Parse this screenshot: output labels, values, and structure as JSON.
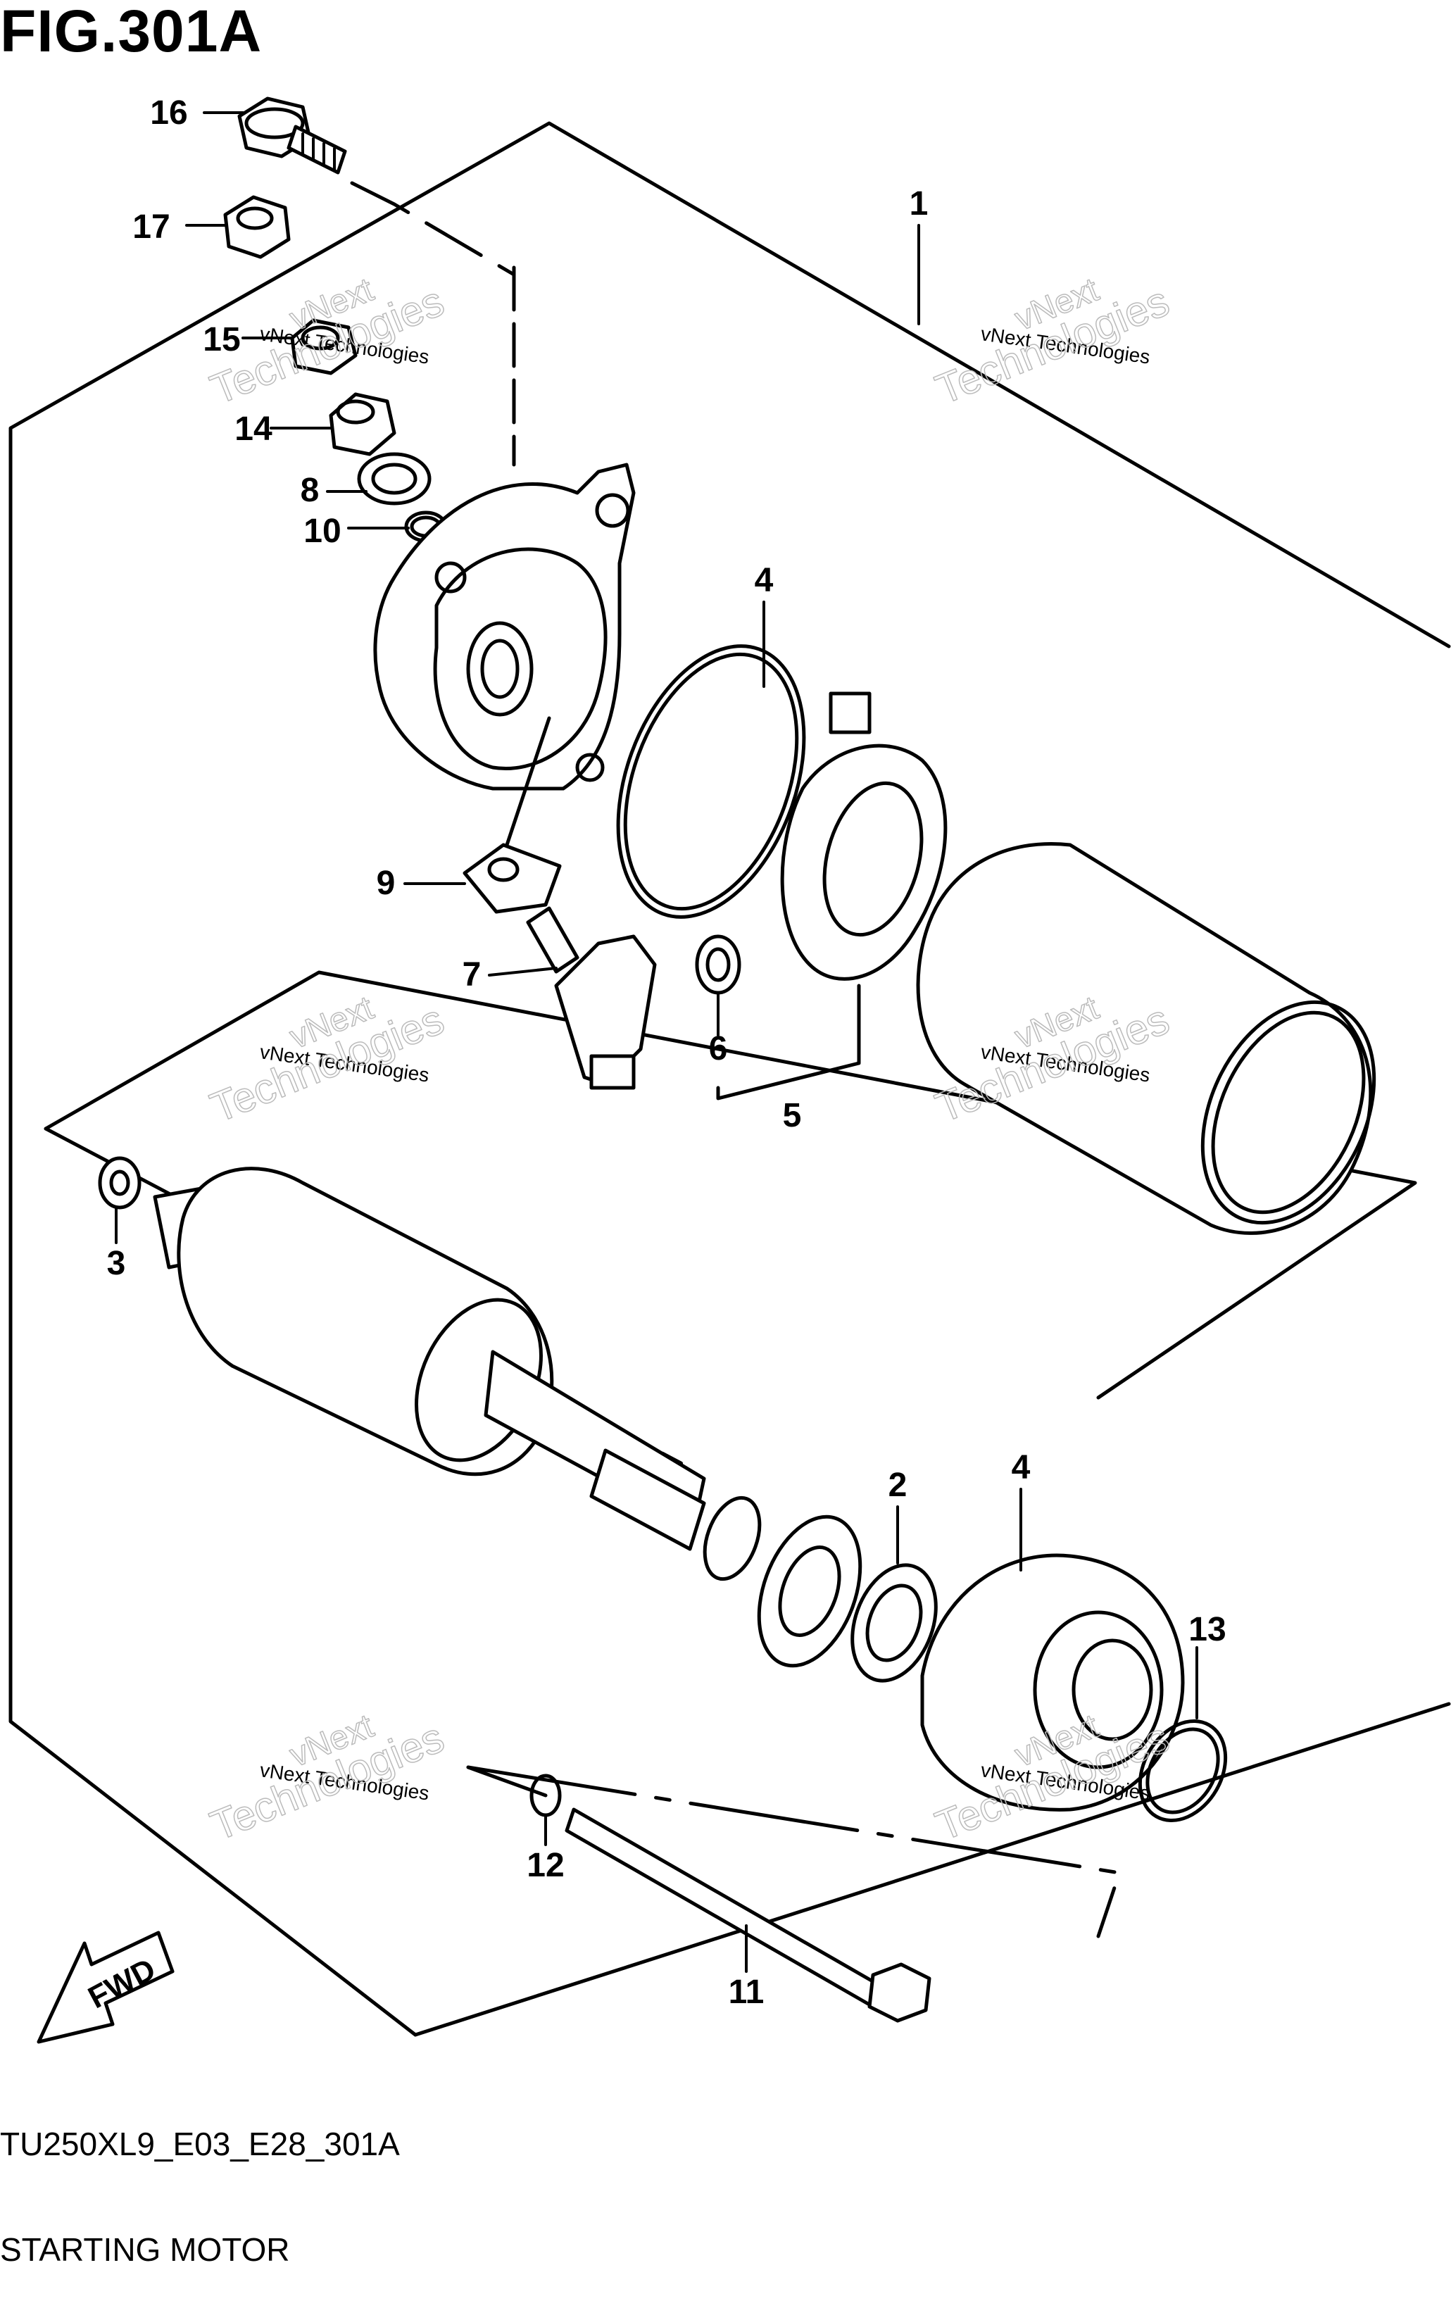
{
  "title": "FIG.301A",
  "drawing_code": "TU250XL9_E03_E28_301A",
  "drawing_name": "STARTING MOTOR",
  "watermark_line1": "vNext Technologies",
  "watermark_line2": "Technologies",
  "watermark_small": "vNext",
  "fwd_label": "FWD",
  "callouts": {
    "c1": "1",
    "c2": "2",
    "c3": "3",
    "c4a": "4",
    "c4b": "4",
    "c5": "5",
    "c6": "6",
    "c7": "7",
    "c8": "8",
    "c9": "9",
    "c10": "10",
    "c11": "11",
    "c12": "12",
    "c13": "13",
    "c14": "14",
    "c15": "15",
    "c16": "16",
    "c17": "17"
  }
}
